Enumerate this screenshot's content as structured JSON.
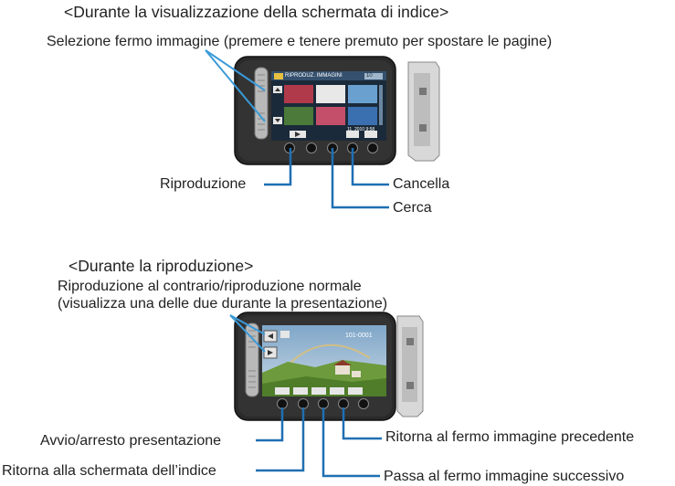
{
  "section1": {
    "heading": "<Durante la visualizzazione della schermata di indice>",
    "top_label": "Selezione fermo immagine (premere e tenere premuto per spostare le pagine)",
    "screen_title": "RIPRODUZ. IMMAGINI",
    "screen_counter": "10",
    "screen_date": "11. 2010  9:58",
    "labels": {
      "play": "Riproduzione",
      "delete": "Cancella",
      "search": "Cerca"
    }
  },
  "section2": {
    "heading": "<Durante la riproduzione>",
    "top_label_line1": "Riproduzione al contrario/riproduzione normale",
    "top_label_line2": "(visualizza una delle due durante la presentazione)",
    "screen_file_number": "101-0001",
    "labels": {
      "slideshow": "Avvio/arresto presentazione",
      "back_to_index": "Ritorna alla schermata dell’indice",
      "previous": "Ritorna al fermo immagine precedente",
      "next": "Passa al fermo immagine successivo"
    }
  },
  "colors": {
    "leader_line": "#1f6fb3",
    "pointer_line": "#3a9ad9",
    "camera_body": "#2a2a2a",
    "screen_bg": "#1b2a3a"
  }
}
